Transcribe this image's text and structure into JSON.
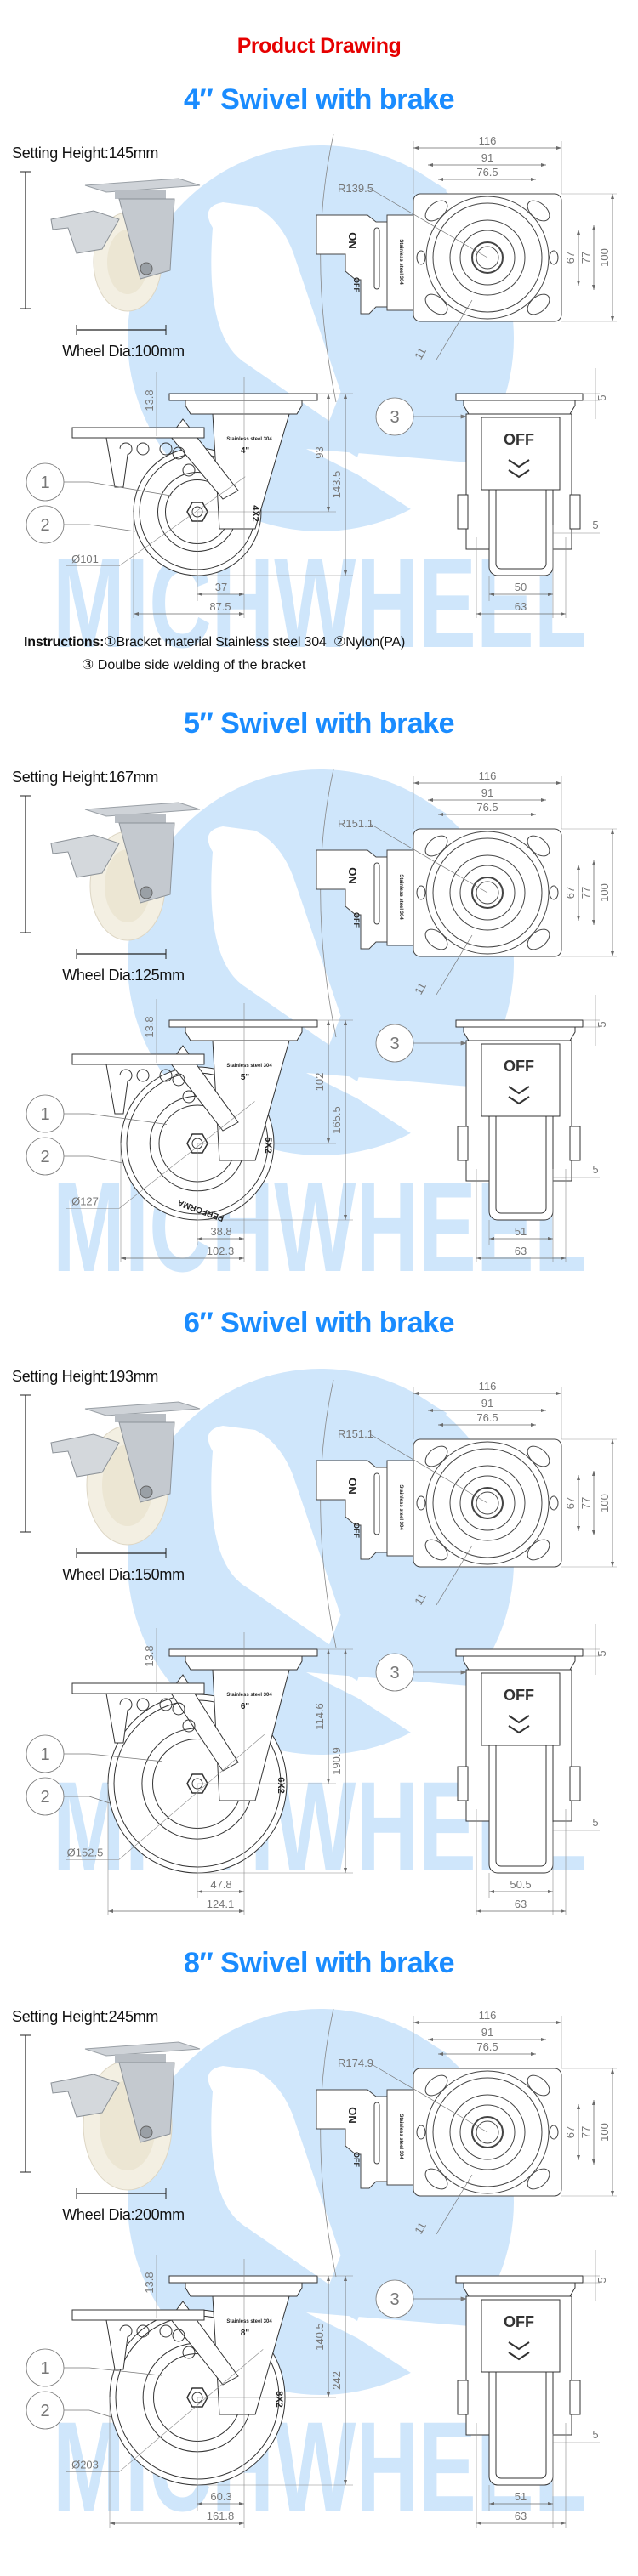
{
  "header": {
    "title": "Product Drawing"
  },
  "colors": {
    "title_red": "#e60000",
    "title_blue": "#1a8cff",
    "watermark": "#cfe6fb",
    "line": "#555555"
  },
  "watermark": {
    "brand": "MICHWHEEL"
  },
  "instructions": {
    "label": "Instructions:",
    "item1": "①Bracket material Stainless steel 304",
    "item2": "②Nylon(PA)",
    "item3": "③ Doulbe side welding of the bracket"
  },
  "sections": [
    {
      "title": "4″ Swivel with brake",
      "setting_height": "Setting Height:145mm",
      "wheel_dia": "Wheel Dia:100mm",
      "top": {
        "radius": "R139.5",
        "w1": "116",
        "w2": "91",
        "w3": "76.5",
        "h1": "67",
        "h2": "77",
        "h3": "100",
        "slot": "11",
        "on": "ON",
        "off": "OFF",
        "material": "Stainless steel 304"
      },
      "side": {
        "top_offset": "13.8",
        "axle_height": "93",
        "total_height": "143.5",
        "diameter": "Ø101",
        "offset1": "37",
        "offset2": "87.5",
        "tire_mark": "4X2",
        "bracket_mark": "Stainless steel 304",
        "size_mark": "4\""
      },
      "front": {
        "off": "OFF",
        "plate": "5",
        "tread_gap": "5",
        "tread_width": "50",
        "bracket_width": "63"
      },
      "callouts": [
        "1",
        "2",
        "3"
      ]
    },
    {
      "title": "5″ Swivel with brake",
      "setting_height": "Setting Height:167mm",
      "wheel_dia": "Wheel Dia:125mm",
      "top": {
        "radius": "R151.1",
        "w1": "116",
        "w2": "91",
        "w3": "76.5",
        "h1": "67",
        "h2": "77",
        "h3": "100",
        "slot": "11",
        "on": "ON",
        "off": "OFF",
        "material": "Stainless steel 304"
      },
      "side": {
        "top_offset": "13.8",
        "axle_height": "102",
        "total_height": "165.5",
        "diameter": "Ø127",
        "offset1": "38.8",
        "offset2": "102.3",
        "tire_mark": "5X2",
        "brand_mark": "PERFORMA",
        "bracket_mark": "Stainless steel 304",
        "size_mark": "5\""
      },
      "front": {
        "off": "OFF",
        "plate": "5",
        "tread_gap": "5",
        "tread_width": "51",
        "bracket_width": "63"
      },
      "callouts": [
        "1",
        "2",
        "3"
      ]
    },
    {
      "title": "6″ Swivel with brake",
      "setting_height": "Setting Height:193mm",
      "wheel_dia": "Wheel Dia:150mm",
      "top": {
        "radius": "R151.1",
        "w1": "116",
        "w2": "91",
        "w3": "76.5",
        "h1": "67",
        "h2": "77",
        "h3": "100",
        "slot": "11",
        "on": "ON",
        "off": "OFF",
        "material": "Stainless steel 304"
      },
      "side": {
        "top_offset": "13.8",
        "axle_height": "114.6",
        "total_height": "190.9",
        "diameter": "Ø152.5",
        "offset1": "47.8",
        "offset2": "124.1",
        "tire_mark": "6X2",
        "bracket_mark": "Stainless steel 304",
        "size_mark": "6\""
      },
      "front": {
        "off": "OFF",
        "plate": "5",
        "tread_gap": "5",
        "tread_width": "50.5",
        "bracket_width": "63"
      },
      "callouts": [
        "1",
        "2",
        "3"
      ]
    },
    {
      "title": "8″ Swivel with brake",
      "setting_height": "Setting Height:245mm",
      "wheel_dia": "Wheel Dia:200mm",
      "top": {
        "radius": "R174.9",
        "w1": "116",
        "w2": "91",
        "w3": "76.5",
        "h1": "67",
        "h2": "77",
        "h3": "100",
        "slot": "11",
        "on": "ON",
        "off": "OFF",
        "material": "Stainless steel 304"
      },
      "side": {
        "top_offset": "13.8",
        "axle_height": "140.5",
        "total_height": "242",
        "diameter": "Ø203",
        "offset1": "60.3",
        "offset2": "161.8",
        "tire_mark": "8X2",
        "bracket_mark": "Stainless steel 304",
        "size_mark": "8\""
      },
      "front": {
        "off": "OFF",
        "plate": "5",
        "tread_gap": "5",
        "tread_width": "51",
        "bracket_width": "63"
      },
      "callouts": [
        "1",
        "2",
        "3"
      ]
    }
  ]
}
